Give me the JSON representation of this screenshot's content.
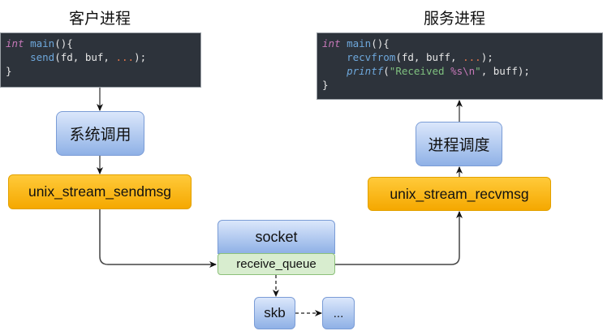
{
  "client": {
    "title": "客户进程",
    "code": {
      "line1_kw": "int",
      "line1_fn": "main",
      "line1_rest": "(){",
      "line2_fn": "send",
      "line2_args": "(fd, buf, ",
      "line2_ellipsis": "...",
      "line2_end": ");",
      "line3": "}"
    },
    "syscall_label": "系统调用",
    "sendmsg_label": "unix_stream_sendmsg"
  },
  "server": {
    "title": "服务进程",
    "code": {
      "line1_kw": "int",
      "line1_fn": "main",
      "line1_rest": "(){",
      "line2_fn": "recvfrom",
      "line2_args": "(fd, buff, ",
      "line2_ellipsis": "...",
      "line2_end": ");",
      "line3_fn": "printf",
      "line3_open": "(",
      "line3_str1": "\"Received ",
      "line3_fmt": "%s\\n",
      "line3_str2": "\"",
      "line3_end": ", buff);",
      "line4": "}"
    },
    "schedule_label": "进程调度",
    "recvmsg_label": "unix_stream_recvmsg"
  },
  "socket": {
    "label": "socket",
    "queue_label": "receive_queue",
    "skb_label": "skb",
    "next_label": "..."
  },
  "colors": {
    "code_bg": "#2d333b",
    "blue_box": "#8fb1e6",
    "orange_box": "#f5a800",
    "green_box": "#d8edcf"
  }
}
